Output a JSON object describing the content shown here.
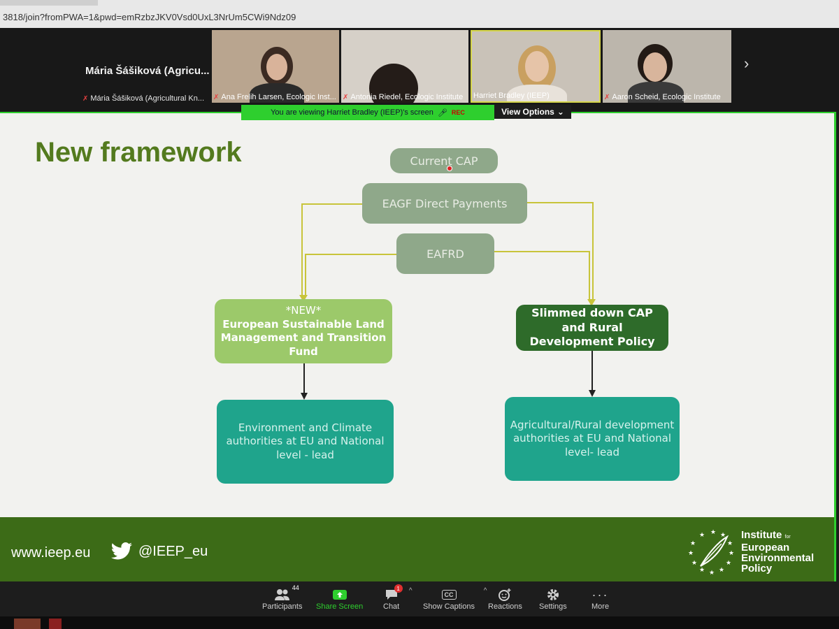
{
  "browser": {
    "url": "3818/join?fromPWA=1&pwd=emRzbzJKV0Vsd0UxL3NrUm5CWi9Ndz09"
  },
  "meeting": {
    "speaker": {
      "name": "Mária Šášiková (Agricu...",
      "subtitle": "Mária Šášiková (Agricultural Kn..."
    },
    "tiles": [
      {
        "name": "Ana Frelih Larsen, Ecologic Inst..."
      },
      {
        "name": "Antonia Riedel, Ecologic Institute"
      },
      {
        "name": "Harriet Bradley (IEEP)"
      },
      {
        "name": "Aaron Scheid, Ecologic Institute"
      }
    ],
    "banner": {
      "text": "You are viewing  Harriet Bradley (IEEP)'s screen",
      "rec": "REC",
      "view_options": "View Options"
    }
  },
  "slide": {
    "title": "New framework",
    "boxes": {
      "current_cap": "Current CAP",
      "eagf": "EAGF Direct Payments",
      "eafrd": "EAFRD",
      "new_tag": "*NEW*",
      "new_fund": "European Sustainable Land Management and Transition Fund",
      "slimmed": "Slimmed down CAP and Rural Development Policy",
      "env_auth": "Environment and Climate authorities at EU and National level - lead",
      "agri_auth": "Agricultural/Rural development authorities at EU and National level- lead"
    },
    "footer": {
      "website": "www.ieep.eu",
      "twitter": "@IEEP_eu",
      "logo_line1": "Institute",
      "logo_for": "for",
      "logo_line2": "European",
      "logo_line3": "Environmental",
      "logo_line4": "Policy"
    }
  },
  "toolbar": {
    "participants_label": "Participants",
    "participants_count": "44",
    "share_label": "Share Screen",
    "chat_label": "Chat",
    "chat_badge": "1",
    "captions_label": "Show Captions",
    "captions_icon_text": "CC",
    "reactions_label": "Reactions",
    "settings_label": "Settings",
    "more_label": "More"
  },
  "colors": {
    "zoom_green": "#2ecf2e",
    "slide_title": "#537a1e",
    "footer_green": "#3c6b17",
    "teal": "#1fa48c"
  }
}
